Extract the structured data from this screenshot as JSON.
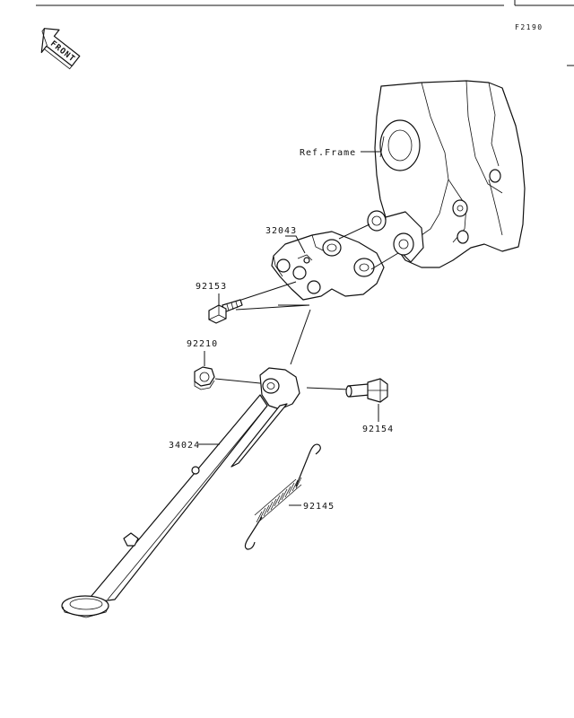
{
  "diagram": {
    "code": "F2190",
    "front_label": "FRONT",
    "labels": {
      "ref_frame": "Ref.Frame",
      "p32043": "32043",
      "p92153": "92153",
      "p92210": "92210",
      "p92154": "92154",
      "p34024": "34024",
      "p92145": "92145"
    },
    "icons": {
      "front_arrow": "front-arrow-icon"
    },
    "colors": {
      "line": "#111111",
      "background": "#ffffff"
    }
  }
}
